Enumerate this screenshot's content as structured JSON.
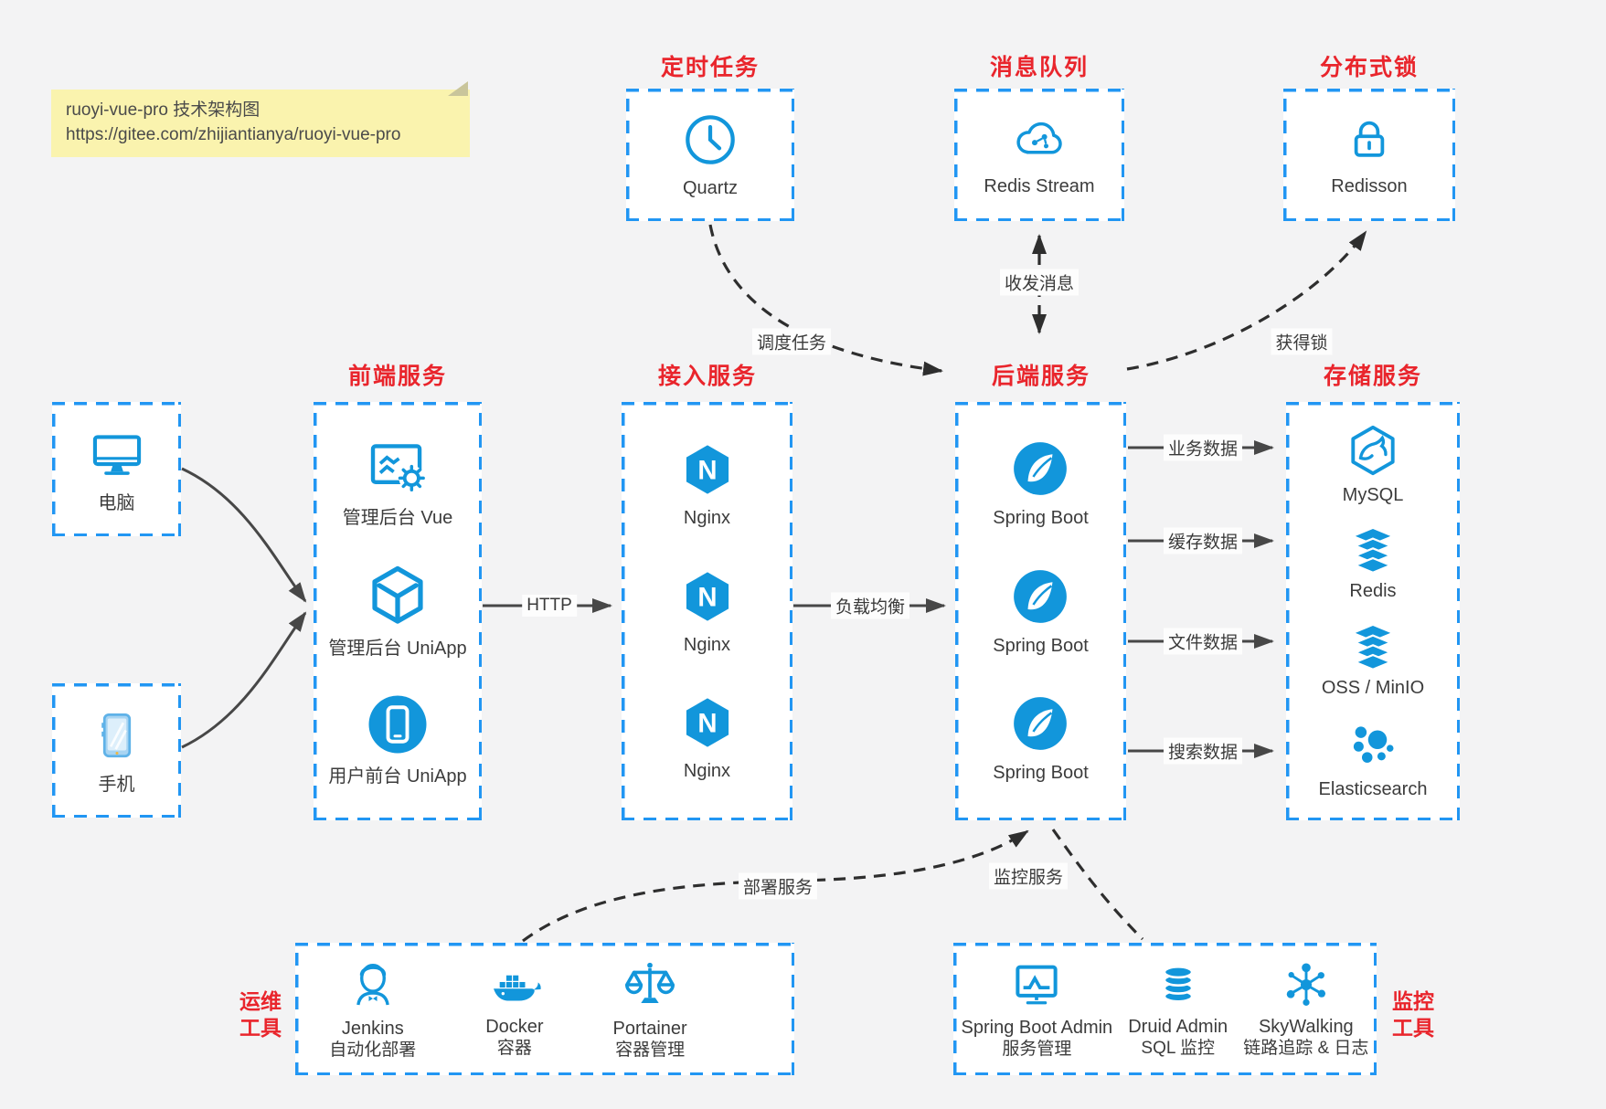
{
  "note": {
    "line1": "ruoyi-vue-pro 技术架构图",
    "line2": "https://gitee.com/zhijiantianya/ruoyi-vue-pro"
  },
  "top_services": [
    {
      "title": "定时任务",
      "icon": "clock-icon",
      "label": "Quartz"
    },
    {
      "title": "消息队列",
      "icon": "cloud-message-icon",
      "label": "Redis Stream"
    },
    {
      "title": "分布式锁",
      "icon": "lock-icon",
      "label": "Redisson"
    }
  ],
  "clients": [
    {
      "icon": "desktop-icon",
      "label": "电脑"
    },
    {
      "icon": "smartphone-icon",
      "label": "手机"
    }
  ],
  "frontend": {
    "title": "前端服务",
    "items": [
      {
        "icon": "admin-vue-icon",
        "label": "管理后台 Vue"
      },
      {
        "icon": "uniapp-cube-icon",
        "label": "管理后台 UniApp"
      },
      {
        "icon": "user-uniapp-icon",
        "label": "用户前台 UniApp"
      }
    ]
  },
  "gateway": {
    "title": "接入服务",
    "items": [
      {
        "icon": "nginx-icon",
        "label": "Nginx"
      },
      {
        "icon": "nginx-icon",
        "label": "Nginx"
      },
      {
        "icon": "nginx-icon",
        "label": "Nginx"
      }
    ]
  },
  "backend": {
    "title": "后端服务",
    "items": [
      {
        "icon": "spring-boot-icon",
        "label": "Spring Boot"
      },
      {
        "icon": "spring-boot-icon",
        "label": "Spring Boot"
      },
      {
        "icon": "spring-boot-icon",
        "label": "Spring Boot"
      }
    ]
  },
  "storage": {
    "title": "存储服务",
    "items": [
      {
        "icon": "mysql-icon",
        "label": "MySQL"
      },
      {
        "icon": "redis-icon",
        "label": "Redis"
      },
      {
        "icon": "oss-icon",
        "label": "OSS / MinIO"
      },
      {
        "icon": "elasticsearch-icon",
        "label": "Elasticsearch"
      }
    ]
  },
  "ops": {
    "title_line1": "运维",
    "title_line2": "工具",
    "items": [
      {
        "icon": "jenkins-icon",
        "name": "Jenkins",
        "desc": "自动化部署"
      },
      {
        "icon": "docker-icon",
        "name": "Docker",
        "desc": "容器"
      },
      {
        "icon": "portainer-icon",
        "name": "Portainer",
        "desc": "容器管理"
      }
    ]
  },
  "monitoring": {
    "title_line1": "监控",
    "title_line2": "工具",
    "items": [
      {
        "icon": "spring-boot-admin-icon",
        "name": "Spring Boot Admin",
        "desc": "服务管理"
      },
      {
        "icon": "druid-icon",
        "name": "Druid Admin",
        "desc": "SQL 监控"
      },
      {
        "icon": "skywalking-icon",
        "name": "SkyWalking",
        "desc": "链路追踪 & 日志"
      }
    ]
  },
  "edge_labels": {
    "http": "HTTP",
    "load_balance": "负载均衡",
    "business_data": "业务数据",
    "cache_data": "缓存数据",
    "file_data": "文件数据",
    "search_data": "搜索数据",
    "schedule": "调度任务",
    "message": "收发消息",
    "lock": "获得锁",
    "deploy": "部署服务",
    "monitor": "监控服务"
  },
  "colors": {
    "accent_blue": "#1296db",
    "dashed_border_blue": "#2196f3",
    "title_red": "#e9252c",
    "arrow_dark": "#474747",
    "note_yellow": "#faf3ae"
  }
}
